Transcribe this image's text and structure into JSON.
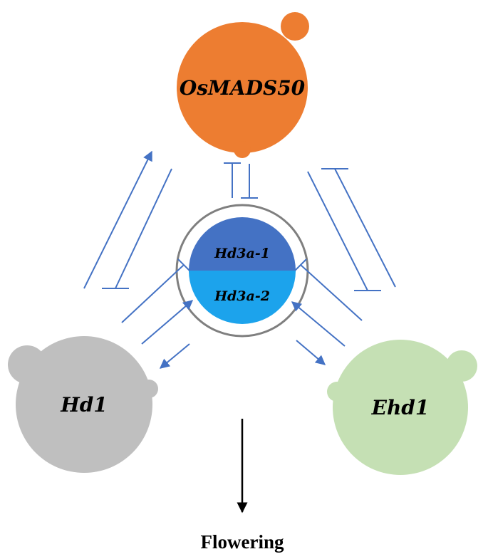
{
  "nodes": {
    "osmads50": {
      "label": "OsMADS50",
      "color": "#ED7D31"
    },
    "hd1": {
      "label": "Hd1",
      "color": "#BFBFBF"
    },
    "ehd1": {
      "label": "Ehd1",
      "color": "#C5E0B4"
    },
    "hd3a": {
      "top_label": "Hd3a-1",
      "bottom_label": "Hd3a-2",
      "top_color": "#4472C4",
      "bottom_color": "#1CA3EC",
      "ring_color": "#7F7F7F"
    }
  },
  "output": {
    "label": "Flowering",
    "arrow_color": "#000000"
  },
  "edge_color": "#4472C4",
  "edges": [
    {
      "from": "Hd1",
      "to": "OsMADS50",
      "type": "activation"
    },
    {
      "from": "OsMADS50",
      "to": "Hd1",
      "type": "repression"
    },
    {
      "from": "Hd3a",
      "to": "OsMADS50",
      "type": "repression"
    },
    {
      "from": "OsMADS50",
      "to": "Hd3a",
      "type": "repression"
    },
    {
      "from": "Ehd1",
      "to": "OsMADS50",
      "type": "repression"
    },
    {
      "from": "OsMADS50",
      "to": "Ehd1",
      "type": "repression"
    },
    {
      "from": "Hd1",
      "to": "Hd3a-1",
      "type": "repression"
    },
    {
      "from": "Hd1",
      "to": "Hd3a-2",
      "type": "activation"
    },
    {
      "from": "Hd3a",
      "to": "Hd1",
      "type": "activation"
    },
    {
      "from": "Ehd1",
      "to": "Hd3a-1",
      "type": "repression"
    },
    {
      "from": "Ehd1",
      "to": "Hd3a-2",
      "type": "activation"
    },
    {
      "from": "Hd3a",
      "to": "Ehd1",
      "type": "activation"
    },
    {
      "from": "network",
      "to": "Flowering",
      "type": "activation"
    }
  ]
}
